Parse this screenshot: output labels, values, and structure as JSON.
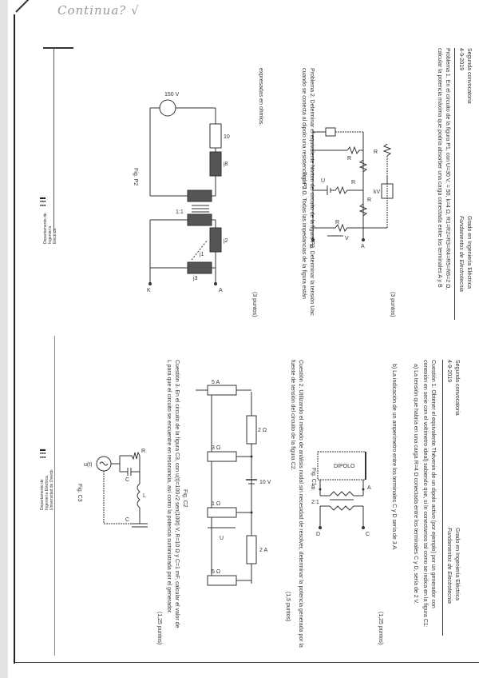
{
  "annotations": {
    "handwritten_note": "Continua? √"
  },
  "page_top": {
    "header": {
      "session": "Segunda convocatoria",
      "date": "4-9-2019",
      "degree": "Grado en Ingeniería Eléctrica",
      "course": "Fundamentos de Electrotecnia"
    },
    "problem1": {
      "text_line1": "Problema 1.  En el circuito de la figura P1, con U=30 V,  = 50, k=4 Ω, R1=R2=R3=R4=R5=R6=2 Ω,",
      "text_line2": "calcular la potencia máxima que podría absorber una carga conectada entre los terminales A y B",
      "points": "(3 puntos)",
      "figure_label": "Fig. P1",
      "labels": [
        "R1",
        "R2",
        "R3",
        "R4",
        "R5",
        "R6",
        "U",
        "kV1",
        "V1",
        "A",
        "B"
      ]
    },
    "problem2": {
      "text_line1": "Problema 2.  Determinar el equivalente Norton del circuito de la figura P2. Determinar la tensión Uac",
      "text_line2": "cuando se conecta al dipolo una resistencia de 2 Ω. Todas las impedancias de la figura están",
      "text_line3": "expresadas en ohmios.",
      "points": "(3 puntos)",
      "figure_label": "Fig. P2",
      "labels": {
        "source": "150 V",
        "r1": "10",
        "x1": "j8",
        "ratio": "1:1",
        "x2": "j2",
        "x3": "j3",
        "coupling": "j1",
        "terminal_a": "A",
        "terminal_k": "K"
      }
    },
    "logo_text": "Departamento de Ingeniería Eléctrica"
  },
  "page_bottom": {
    "header": {
      "session": "Segunda convocatoria",
      "date": "4-9-2019",
      "degree": "Grado en Ingeniería Eléctrica",
      "course": "Fundamentos de Electrotecnia"
    },
    "question1": {
      "text_line1": "Cuestión 1.  Obtener el equivalente Thévenin de un dipolo activo (por ejemplo) por un generador con",
      "text_line2": "conexión en serie con el voltímetro ideal) sabiendo que, si lo conectamos tal como se indica en la figura C1:",
      "item_a": "a)  La tensión que habría en una carga R=4 Ω conectada entre los terminales C y D, sería de 2 V.",
      "item_b": "b)  La indicación de un amperímetro entre los terminales C y D sería de 3 A.",
      "points": "(1,25 puntos)",
      "figure_label": "Fig. C1",
      "labels": {
        "box": "DIPOLO",
        "ratio": "2:1",
        "a": "A",
        "b": "B",
        "c": "C",
        "d": "D"
      }
    },
    "question2": {
      "text_line1": "Cuestión 2.  Utilizando el método de análisis nodal sin necesidad de resolver, determinar la potencia generada por la",
      "text_line2": "fuente de tensión del circuito de la figura C2.",
      "points": "(1,5 puntos)",
      "figure_label": "Fig. C2",
      "labels": {
        "i1": "5 A",
        "r1": "3 Ω",
        "r2": "1 Ω",
        "r3": "5 Ω",
        "r4": "2 Ω",
        "v": "10 V",
        "i2": "2 A",
        "u": "U"
      }
    },
    "question3": {
      "text_line1": "Cuestión 3.  En el circuito de la figura C3, con u(t)=100√2 sen(100t) V, R=10 Ω y C=1 mF, calcular el valor de",
      "text_line2": "L para que el circuito se encuentre en resonancia, así como la potencia suministrada por el generador.",
      "points": "(1,25 puntos)",
      "figure_label": "Fig. C3",
      "labels": {
        "source": "u(t)",
        "r": "R",
        "c1": "C",
        "l": "L",
        "c2": "C"
      }
    },
    "logo_text": "Departamento de Ingeniería Eléctrica, Universidad de Oviedo"
  }
}
